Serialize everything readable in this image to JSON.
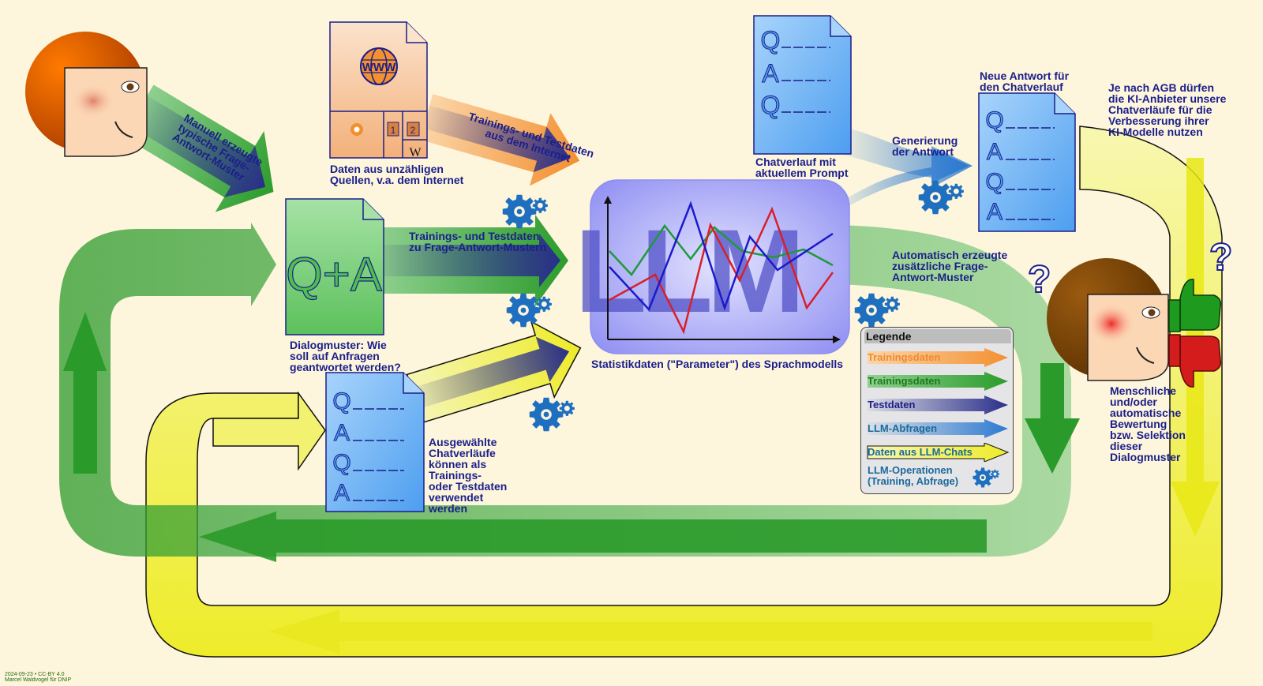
{
  "labels": {
    "manual_patterns": [
      "Manuell erzeugte",
      "typische Frage-",
      "Antwort-Muster"
    ],
    "internet_sources": [
      "Daten aus unzähligen",
      "Quellen, v.a. dem Internet"
    ],
    "internet_flow": [
      "Trainings- und Testdaten",
      "aus dem Internet"
    ],
    "qa_flow": [
      "Trainings- und Testdaten",
      "zu Frage-Antwort-Mustern"
    ],
    "dialog_patterns": [
      "Dialogmuster: Wie",
      "soll auf Anfragen",
      "geantwortet werden?"
    ],
    "selected_chats": [
      "Ausgewählte",
      "Chatverläufe",
      "können als",
      "Trainings-",
      "oder Testdaten",
      "verwendet",
      "werden"
    ],
    "stat_params": "Statistikdaten (\"Parameter\") des Sprachmodells",
    "chat_prompt": [
      "Chatverlauf mit",
      "aktuellem Prompt"
    ],
    "generation": [
      "Generierung",
      "der Antwort"
    ],
    "new_answer": [
      "Neue Antwort für",
      "den Chatverlauf"
    ],
    "agb": [
      "Je nach AGB dürfen",
      "die KI-Anbieter unsere",
      "Chatverläufe für die",
      "Verbesserung ihrer",
      "KI-Modelle nutzen"
    ],
    "auto_patterns": [
      "Automatisch erzeugte",
      "zusätzliche Frage-",
      "Antwort-Muster"
    ],
    "human_eval": [
      "Menschliche",
      "und/oder",
      "automatische",
      "Bewertung",
      "bzw. Selektion",
      "dieser",
      "Dialogmuster"
    ]
  },
  "doc_text": {
    "www": "WWW",
    "qa": "Q+A",
    "llm": "LLM",
    "q": "Q",
    "a": "A",
    "one": "1",
    "two": "2",
    "wiki": "W",
    "question_mark": "?"
  },
  "legend": {
    "title": "Legende",
    "items": [
      {
        "label": "Trainingsdaten",
        "text_color": "#f08a30",
        "arrow": "orange"
      },
      {
        "label": "Trainingsdaten",
        "text_color": "#1f7a1f",
        "arrow": "green"
      },
      {
        "label": "Testdaten",
        "text_color": "#1b1f8a",
        "arrow": "navy"
      },
      {
        "label": "LLM-Abfragen",
        "text_color": "#1b6a9a",
        "arrow": "blue"
      },
      {
        "label": "Daten aus LLM-Chats",
        "text_color": "#1b6a9a",
        "arrow": "yellow"
      },
      {
        "label": "LLM-Operationen\n(Training, Abfrage)",
        "text_color": "#1b6a9a",
        "arrow": "gear"
      }
    ]
  },
  "credit": [
    "2024-09-23 • CC-BY 4.0",
    "Marcel Waldvogel für DNIP"
  ],
  "colors": {
    "green": "#3aa83a",
    "yellow": "#f0ee40",
    "orange": "#f59a45",
    "navy": "#2a2f8a",
    "blue": "#2c7ad0",
    "gear": "#1e6fc0",
    "text": "#1b1f8a"
  }
}
